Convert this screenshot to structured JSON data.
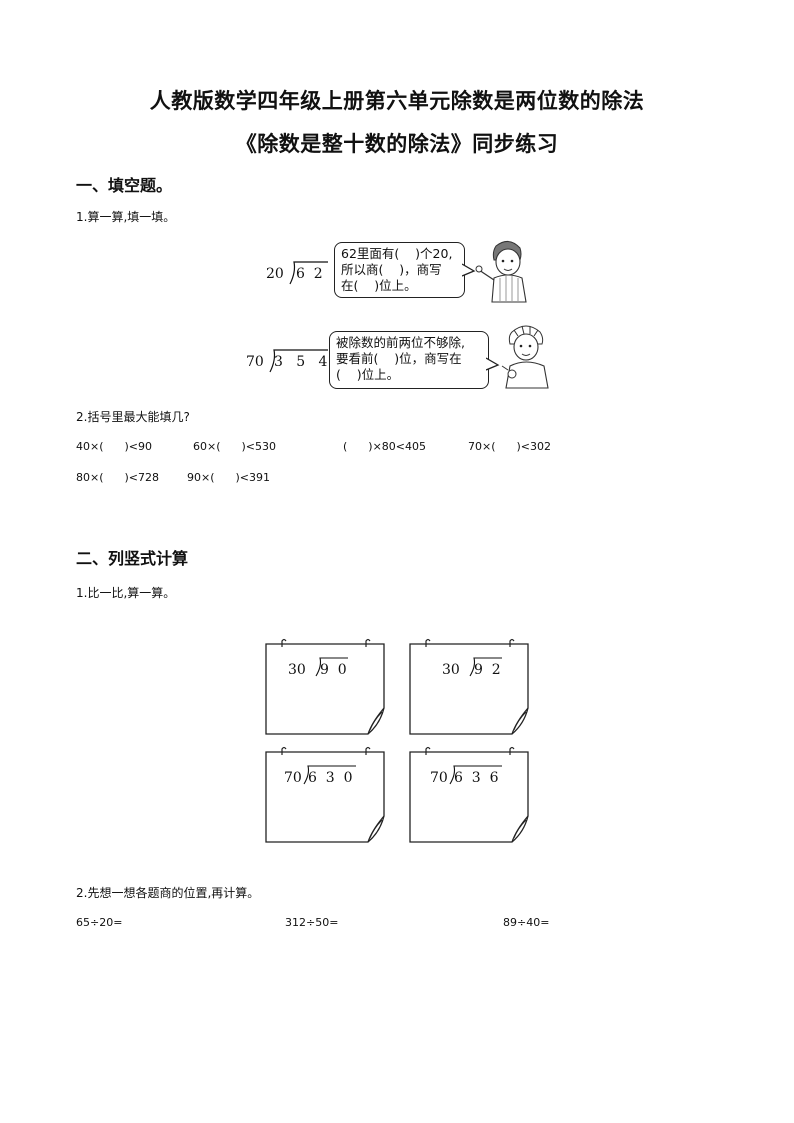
{
  "title_line1": "人教版数学四年级上册第六单元除数是两位数的除法",
  "title_line2": "《除数是整十数的除法》同步练习",
  "section1": {
    "heading": "一、填空题。",
    "q1": {
      "prompt": "1.算一算,填一填。",
      "problem1": {
        "divisor": "20",
        "dividend": "6  2",
        "bubble": "62里面有(    )个20,\n所以商(    )，商写\n在(    )位上。"
      },
      "problem2": {
        "divisor": "70",
        "dividend": "3   5   4",
        "bubble": "被除数的前两位不够除,\n要看前(    )位，商写在\n(    )位上。"
      }
    },
    "q2": {
      "prompt": "2.括号里最大能填几?",
      "row1": [
        "40×(      )<90",
        "60×(      )<530",
        "(      )×80<405",
        "70×(      )<302"
      ],
      "row2": [
        "80×(      )<728",
        "90×(      )<391"
      ]
    }
  },
  "section2": {
    "heading": "二、列竖式计算",
    "q1": {
      "prompt": "1.比一比,算一算。",
      "cards": [
        {
          "divisor": "30",
          "dividend": "9  0"
        },
        {
          "divisor": "30",
          "dividend": "9  2"
        },
        {
          "divisor": "70",
          "dividend": "6  3  0"
        },
        {
          "divisor": "70",
          "dividend": "6  3  6"
        }
      ]
    },
    "q2": {
      "prompt": "2.先想一想各题商的位置,再计算。",
      "items": [
        "65÷20=",
        "312÷50=",
        "89÷40="
      ]
    }
  }
}
